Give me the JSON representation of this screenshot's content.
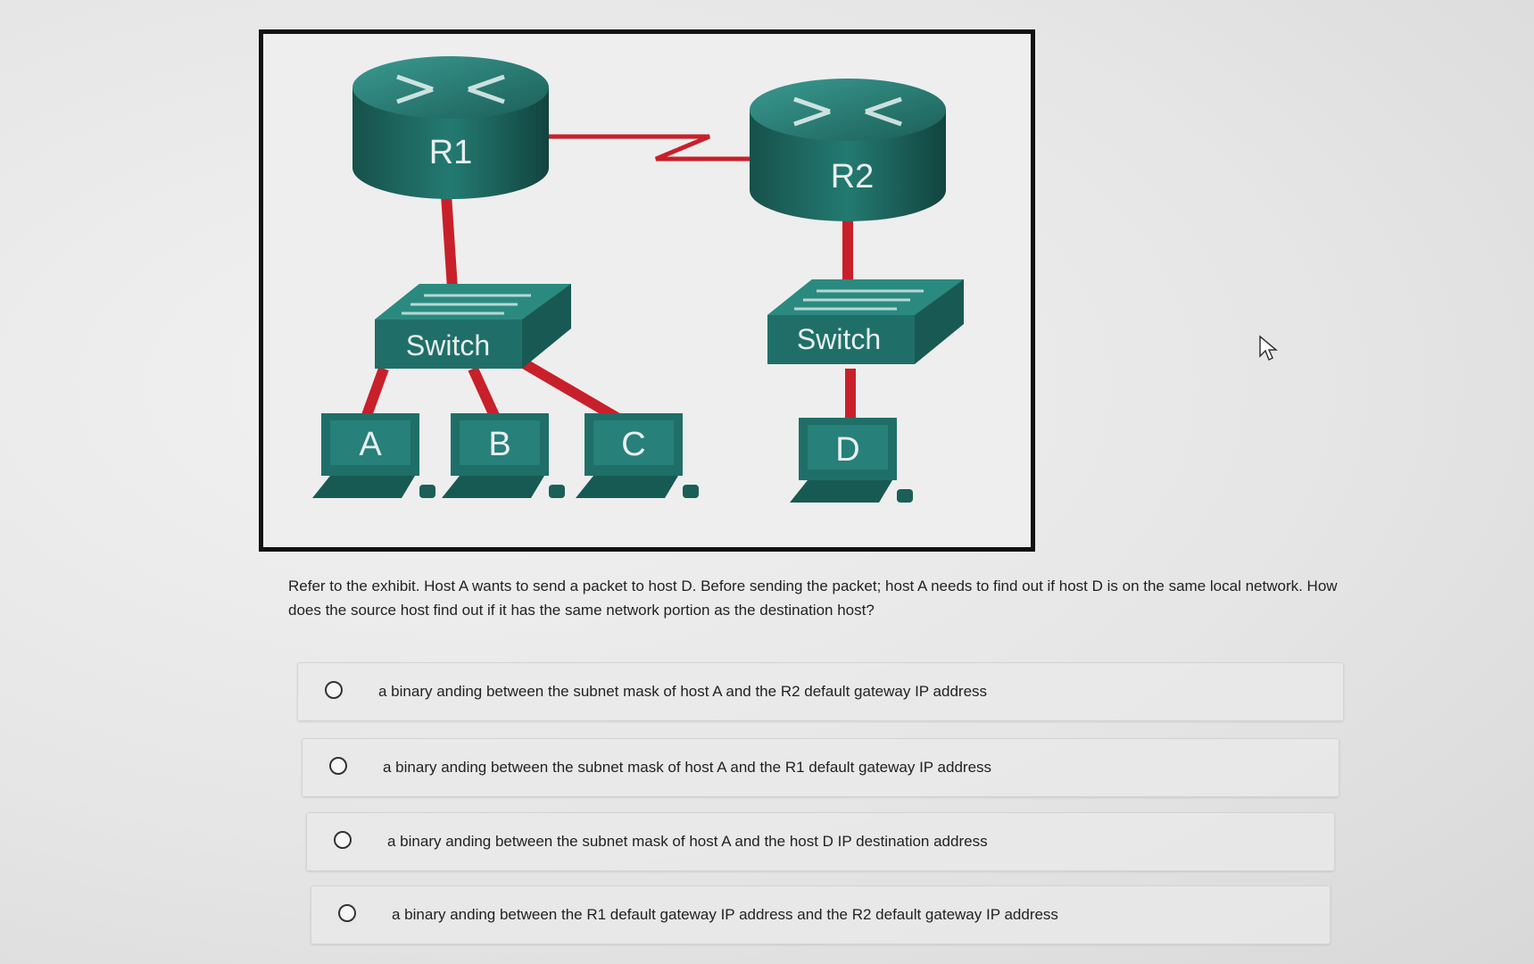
{
  "exhibit": {
    "router_left": "R1",
    "router_right": "R2",
    "switch_left": "Switch",
    "switch_right": "Switch",
    "hosts": [
      "A",
      "B",
      "C",
      "D"
    ],
    "device_color": "#1f6f68",
    "link_color": "#c8202a"
  },
  "question": {
    "text": "Refer to the exhibit. Host A wants to send a packet to host D. Before sending the packet; host A needs to find out if host D is on the same local network. How does the source host find out if it has the same network portion as the destination host?"
  },
  "options": [
    {
      "label": "a binary anding between the subnet mask of host A and the R2 default gateway IP address"
    },
    {
      "label": "a binary anding between the subnet mask of host A and the R1 default gateway IP address"
    },
    {
      "label": "a binary anding between the subnet mask of host A and the host D IP destination address"
    },
    {
      "label": "a binary anding between the R1 default gateway IP address and the R2 default gateway IP address"
    }
  ]
}
